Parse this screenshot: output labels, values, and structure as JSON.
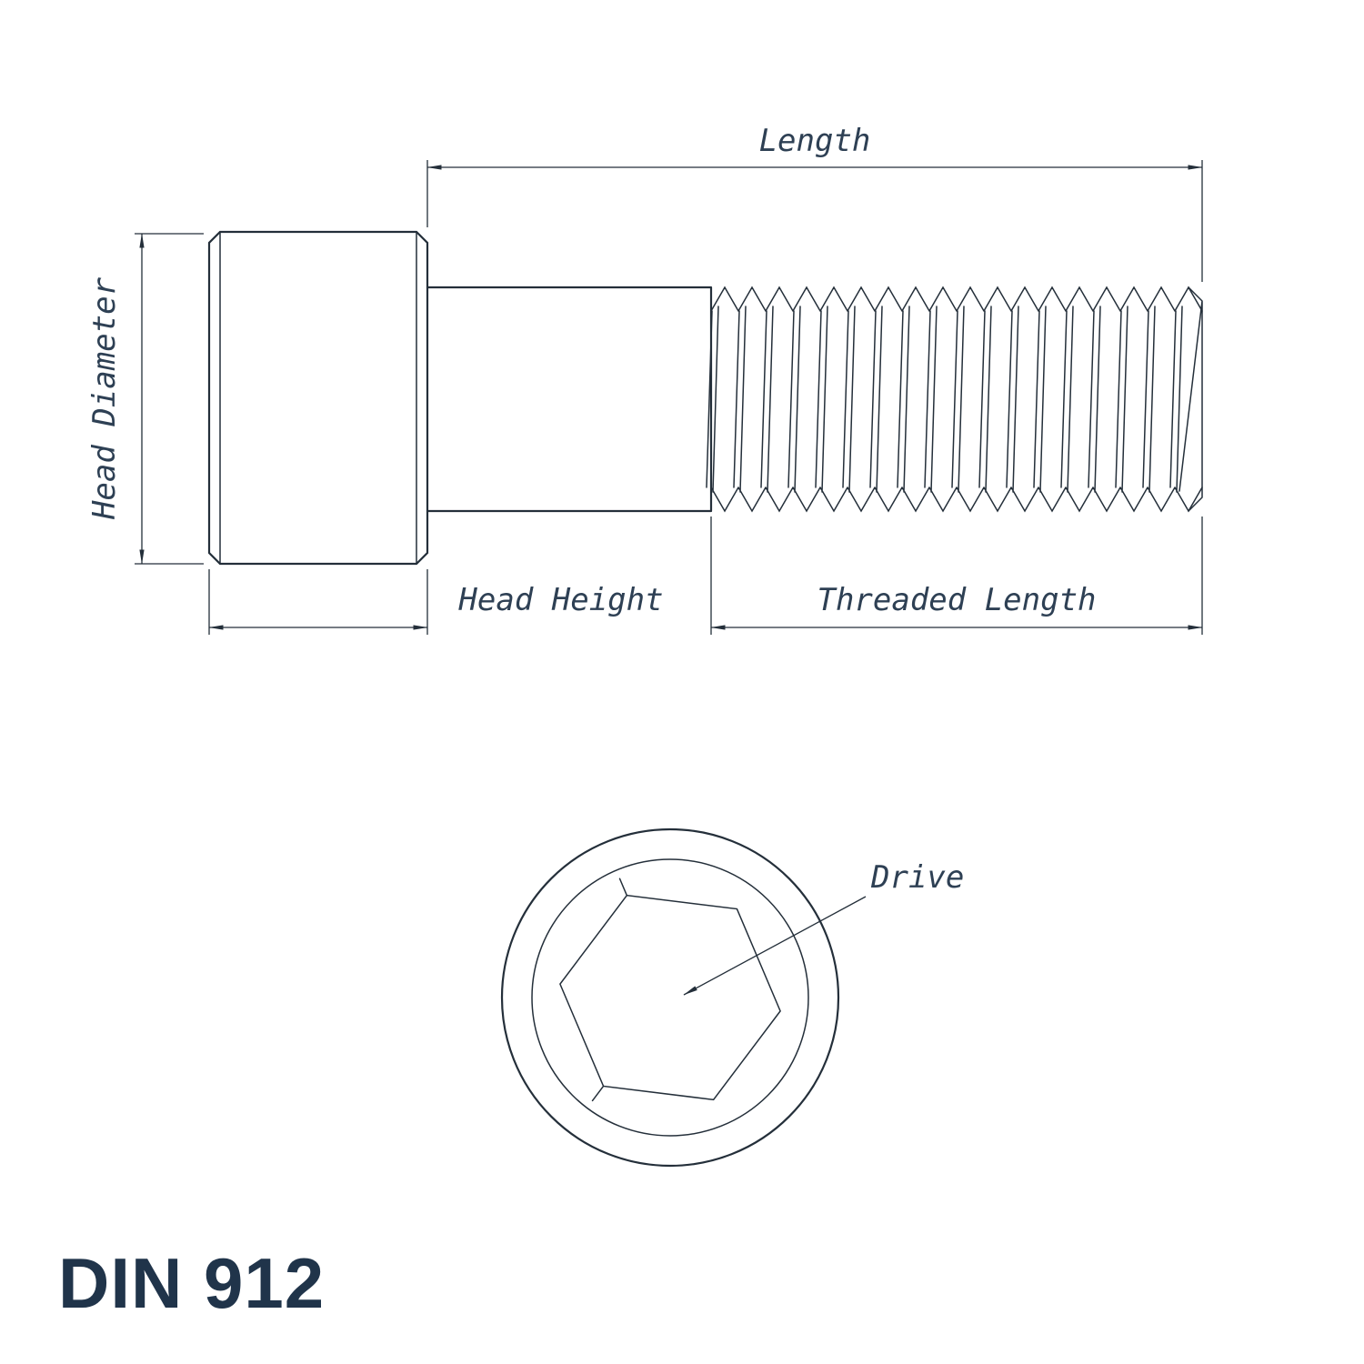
{
  "drawing": {
    "title": "DIN 912",
    "labels": {
      "length": "Length",
      "head_diameter": "Head Diameter",
      "head_height": "Head Height",
      "threaded_length": "Threaded Length",
      "drive": "Drive"
    }
  },
  "colors": {
    "line": "#242f3a",
    "label": "#2e4054",
    "title": "#20344a"
  }
}
